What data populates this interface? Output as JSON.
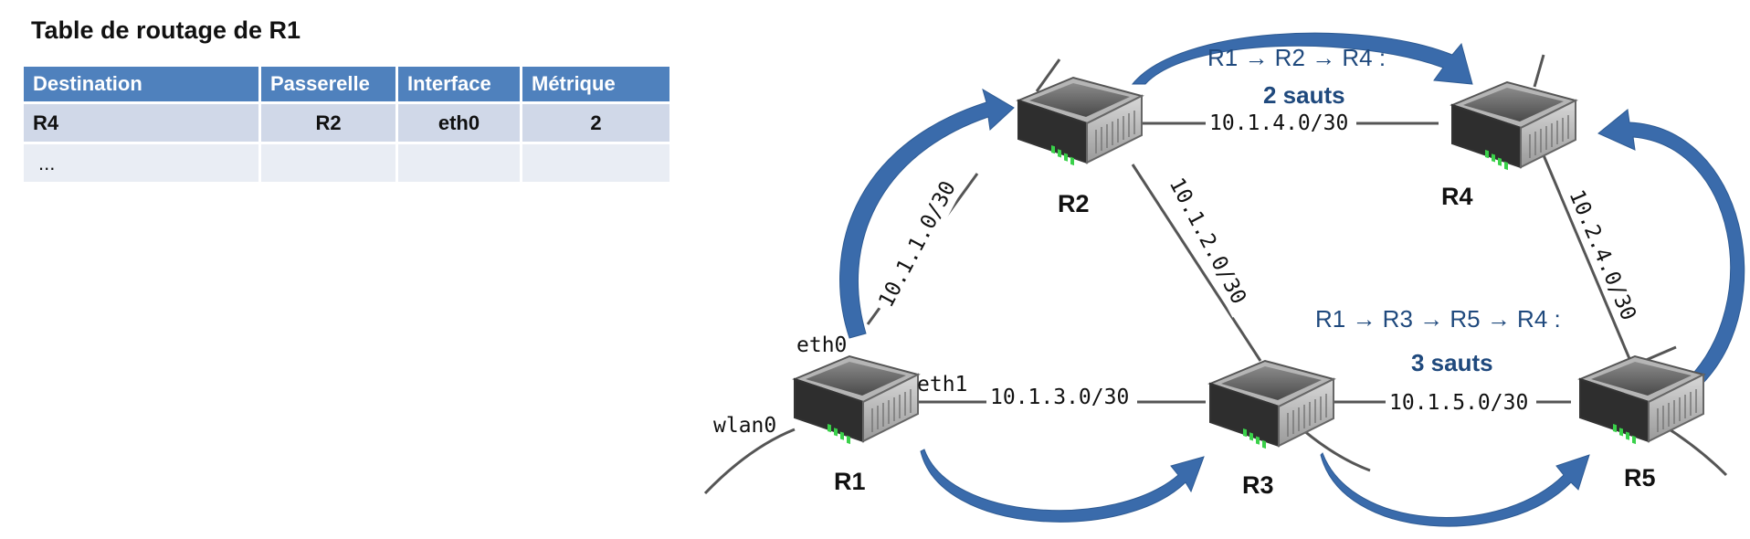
{
  "table": {
    "title": "Table de routage de R1",
    "headers": [
      "Destination",
      "Passerelle",
      "Interface",
      "Métrique"
    ],
    "rows": [
      [
        "R4",
        "R2",
        "eth0",
        "2"
      ],
      [
        "...",
        "",
        "",
        ""
      ]
    ]
  },
  "routers": {
    "r1": "R1",
    "r2": "R2",
    "r3": "R3",
    "r4": "R4",
    "r5": "R5"
  },
  "interfaces": {
    "eth0": "eth0",
    "eth1": "eth1",
    "wlan0": "wlan0"
  },
  "networks": {
    "r1_r2": "10.1.1.0/30",
    "r2_r3": "10.1.2.0/30",
    "r1_r3": "10.1.3.0/30",
    "r2_r4": "10.1.4.0/30",
    "r3_r5": "10.1.5.0/30",
    "r4_r5": "10.2.4.0/30"
  },
  "paths": {
    "path1": "R1 → R2 → R4 :",
    "path1_hops": "2 sauts",
    "path2": "R1 → R3 → R5 → R4 :",
    "path2_hops": "3 sauts"
  },
  "colors": {
    "header": "#4f81bd",
    "row": "#d0d8e8",
    "row_alt": "#e9edf4",
    "arrow": "#3a6bab",
    "text_accent": "#1f497d"
  }
}
